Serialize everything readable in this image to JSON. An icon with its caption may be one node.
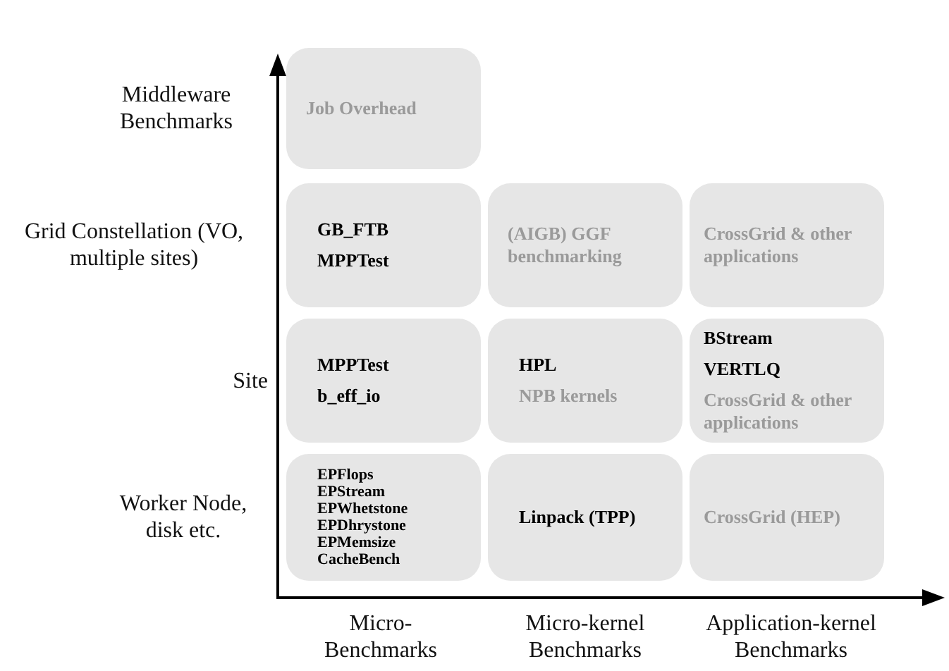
{
  "diagram": {
    "nodes": [
      {
        "text": [
          "Job Overhead"
        ]
      },
      {
        "text": [
          "GB_FTB",
          "MPPTest"
        ]
      },
      {
        "text": [
          "(AIGB) GGF benchmarking"
        ]
      },
      {
        "text": [
          "CrossGrid & other applications"
        ]
      },
      {
        "text": [
          "MPPTest",
          "b_eff_io"
        ]
      },
      {
        "text": [
          "HPL",
          "NPB kernels"
        ]
      },
      {
        "text": [
          "BStream",
          "VERTLQ",
          "CrossGrid & other applications"
        ]
      },
      {
        "text": [
          "EPFlops",
          "EPStream",
          "EPWhetstone",
          "EPDhrystone",
          "EPMemsize",
          "CacheBench"
        ]
      },
      {
        "text": [
          "Linpack (TPP)"
        ]
      },
      {
        "text": [
          "CrossGrid (HEP)"
        ]
      }
    ],
    "edges": [],
    "labels": [
      "Middleware Benchmarks",
      "Grid Constellation (VO, multiple sites)",
      "Site",
      "Worker Node, disk etc.",
      "Micro- Benchmarks",
      "Micro-kernel Benchmarks",
      "Application-kernel Benchmarks"
    ]
  }
}
